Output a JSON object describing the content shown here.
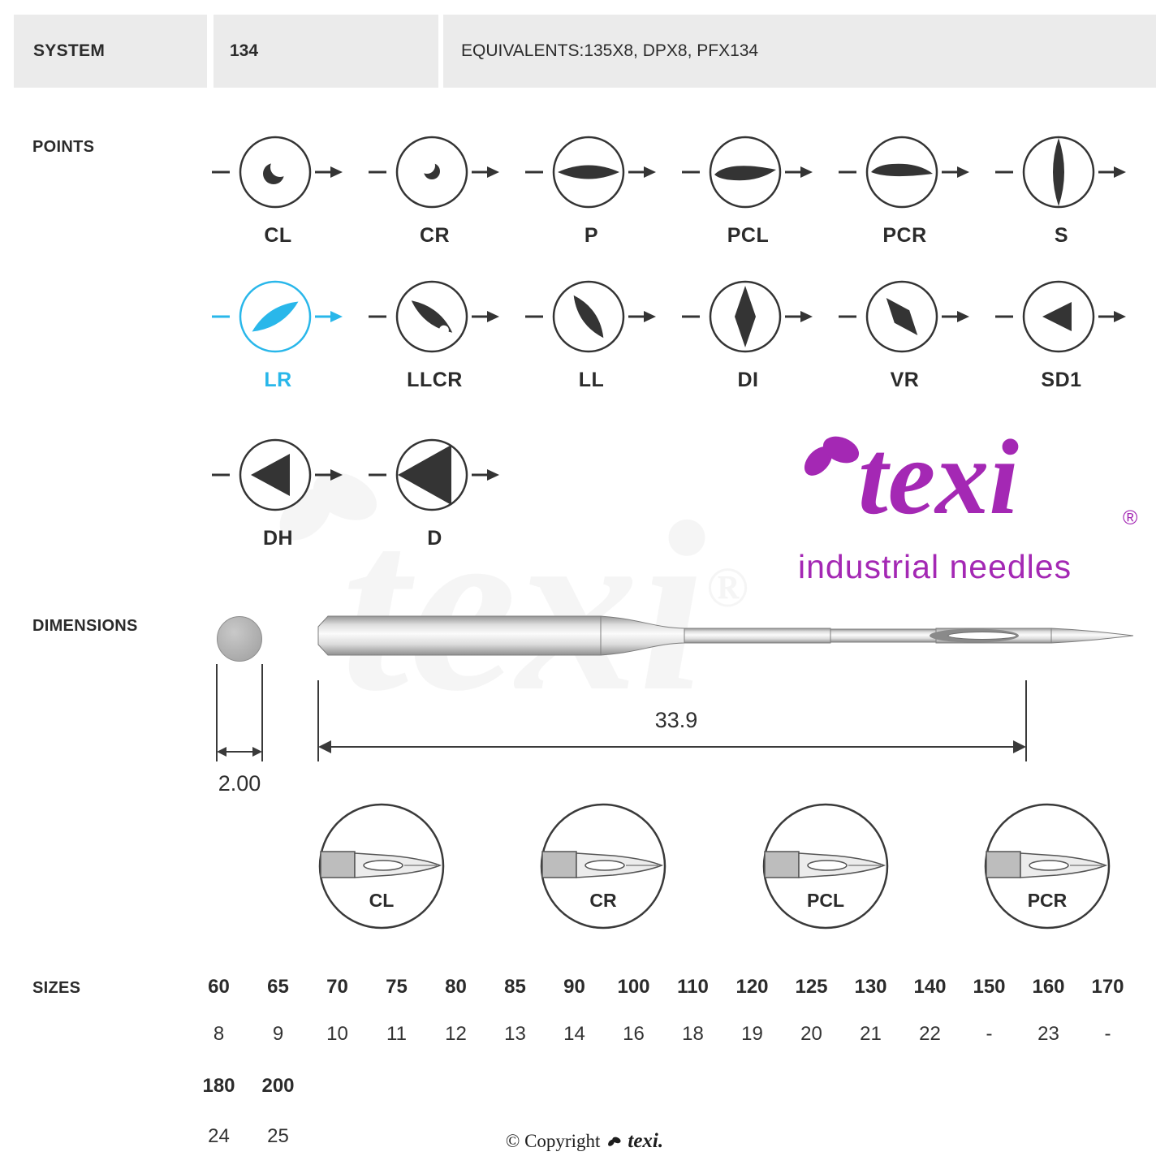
{
  "header": {
    "system_label": "SYSTEM",
    "system_value": "134",
    "equivalents": "EQUIVALENTS:135X8, DPX8, PFX134"
  },
  "points": {
    "section_label": "POINTS",
    "dark_color": "#343434",
    "highlight_color": "#29b7ea",
    "rows": [
      [
        {
          "label": "CL",
          "shape": "cl"
        },
        {
          "label": "CR",
          "shape": "cr"
        },
        {
          "label": "P",
          "shape": "p"
        },
        {
          "label": "PCL",
          "shape": "pcl"
        },
        {
          "label": "PCR",
          "shape": "pcr"
        },
        {
          "label": "S",
          "shape": "s"
        }
      ],
      [
        {
          "label": "LR",
          "shape": "lr",
          "highlight": true
        },
        {
          "label": "LLCR",
          "shape": "llcr"
        },
        {
          "label": "LL",
          "shape": "ll"
        },
        {
          "label": "DI",
          "shape": "di"
        },
        {
          "label": "VR",
          "shape": "vr"
        },
        {
          "label": "SD1",
          "shape": "sd1"
        }
      ],
      [
        {
          "label": "DH",
          "shape": "dh"
        },
        {
          "label": "D",
          "shape": "d"
        }
      ]
    ]
  },
  "brand": {
    "name": "texi",
    "registered": "®",
    "tagline": "industrial needles",
    "color": "#a428b4"
  },
  "dimensions": {
    "section_label": "DIMENSIONS",
    "length": "33.9",
    "diameter": "2.00",
    "magnified_labels": [
      "CL",
      "CR",
      "PCL",
      "PCR"
    ]
  },
  "sizes": {
    "section_label": "SIZES",
    "metric_row1": [
      "60",
      "65",
      "70",
      "75",
      "80",
      "85",
      "90",
      "100",
      "110",
      "120",
      "125",
      "130",
      "140",
      "150",
      "160",
      "170"
    ],
    "singer_row1": [
      "8",
      "9",
      "10",
      "11",
      "12",
      "13",
      "14",
      "16",
      "18",
      "19",
      "20",
      "21",
      "22",
      "-",
      "23",
      "-"
    ],
    "metric_row2": [
      "180",
      "200"
    ],
    "singer_row2": [
      "24",
      "25"
    ]
  },
  "footer": {
    "copyright": "© Copyright",
    "brand": "texi."
  }
}
